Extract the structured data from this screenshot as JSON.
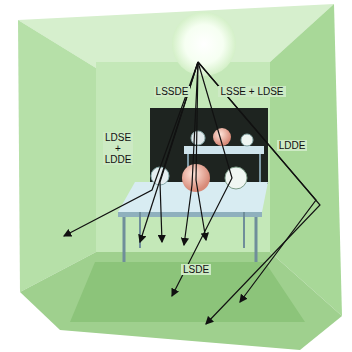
{
  "diagram": {
    "labels": [
      "LSSDE",
      "LSSE + LDSE",
      "LDSE + LDDE",
      "LDDE",
      "LSDE"
    ]
  }
}
